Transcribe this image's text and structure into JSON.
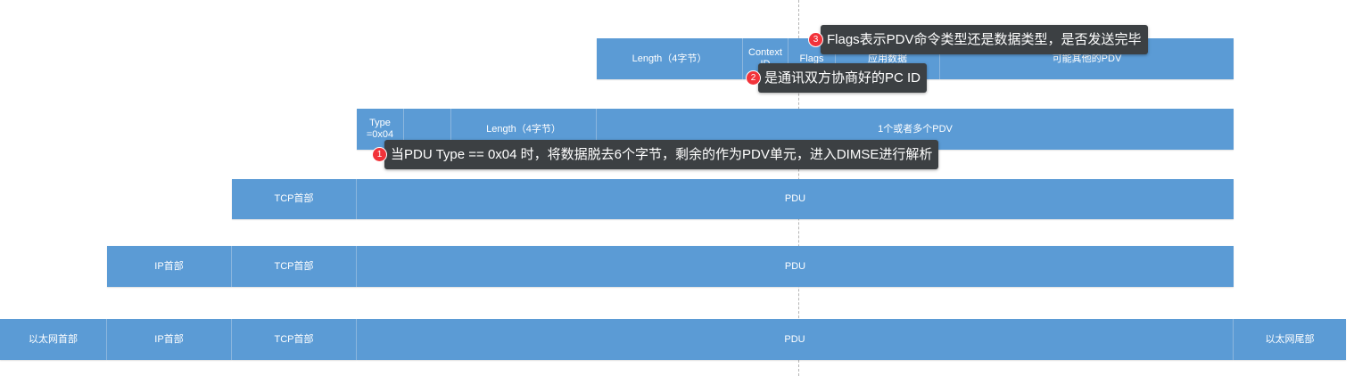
{
  "rows": {
    "pdv": {
      "length": "Length（4字节）",
      "context_id": "Context\nID",
      "flags": "Flags",
      "app_data": "应用数据",
      "more_pdv": "可能其他的PDV"
    },
    "pdu": {
      "type": "Type\n=0x04",
      "blank": "",
      "length": "Length（4字节）",
      "pdvs": "1个或者多个PDV"
    },
    "tcp": {
      "tcp_header": "TCP首部",
      "pdu": "PDU"
    },
    "ip": {
      "ip_header": "IP首部",
      "tcp_header": "TCP首部",
      "pdu": "PDU"
    },
    "ethernet": {
      "eth_header": "以太网首部",
      "ip_header": "IP首部",
      "tcp_header": "TCP首部",
      "pdu": "PDU",
      "eth_trailer": "以太网尾部"
    }
  },
  "callouts": [
    {
      "number": "1",
      "text": "当PDU Type == 0x04 时，将数据脱去6个字节，剩余的作为PDV单元，进入DIMSE进行解析"
    },
    {
      "number": "2",
      "text": "是通讯双方协商好的PC ID"
    },
    {
      "number": "3",
      "text": "Flags表示PDV命令类型还是数据类型，是否发送完毕"
    }
  ],
  "colors": {
    "block": "#5b9bd5",
    "callout_bg": "#3c4043",
    "badge": "#f2333a"
  }
}
